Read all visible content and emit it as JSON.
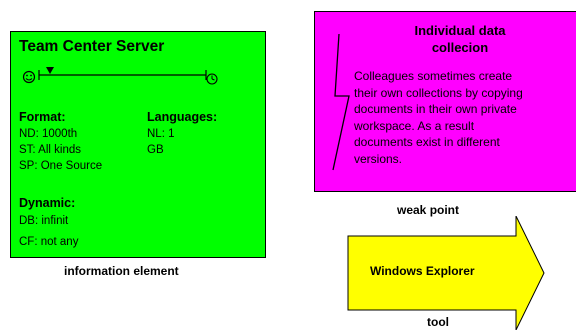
{
  "information_element": {
    "title": "Team Center Server",
    "format_heading": "Format:",
    "format_items": [
      "ND: 1000th",
      "ST: All kinds",
      "SP: One Source"
    ],
    "languages_heading": "Languages:",
    "languages_items": [
      "NL: 1",
      "GB"
    ],
    "dynamic_heading": "Dynamic:",
    "dynamic_items": [
      "DB: infinit",
      "CF: not any"
    ],
    "caption": "information element",
    "icons": [
      "smiley-icon",
      "timeline-marker-icon",
      "clock-icon"
    ],
    "color": "#00ff00"
  },
  "weak_point": {
    "title_line1": "Individual data",
    "title_line2": "collecion",
    "body_lines": [
      "Colleagues sometimes create",
      "their own collections by copying",
      "documents in their own private",
      "workspace. As a result",
      "documents exist in different",
      "versions."
    ],
    "caption": "weak point",
    "icons": [
      "lightning-bolt-icon"
    ],
    "color": "#ff00ff"
  },
  "tool": {
    "label": "Windows Explorer",
    "caption": "tool",
    "shape": "arrow",
    "color": "#ffff00"
  }
}
